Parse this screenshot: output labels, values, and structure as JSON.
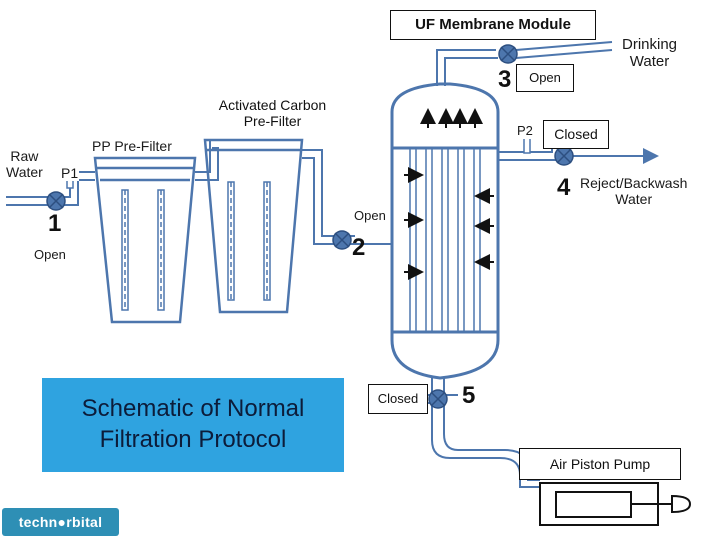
{
  "title_box": "UF Membrane Module",
  "labels": {
    "raw_water": "Raw\nWater",
    "p1": "P1",
    "pp_prefilter": "PP Pre-Filter",
    "carbon_prefilter": "Activated Carbon\nPre-Filter",
    "drinking_water": "Drinking\nWater",
    "p2": "P2",
    "reject_backwash": "Reject/Backwash\nWater",
    "air_piston_pump": "Air Piston Pump"
  },
  "valves": [
    {
      "number": "1",
      "state": "Open"
    },
    {
      "number": "2",
      "state": "Open"
    },
    {
      "number": "3",
      "state": "Open"
    },
    {
      "number": "4",
      "state": "Closed"
    },
    {
      "number": "5",
      "state": "Closed"
    }
  ],
  "p2_state": "Closed",
  "caption": "Schematic of Normal\nFiltration Protocol",
  "logo": "techn●rbital",
  "colors": {
    "pipe": "#4d76ad",
    "valve": "#4d76ad",
    "caption_bg": "#2fa3e0",
    "logo_bg": "#2e8fb5"
  }
}
